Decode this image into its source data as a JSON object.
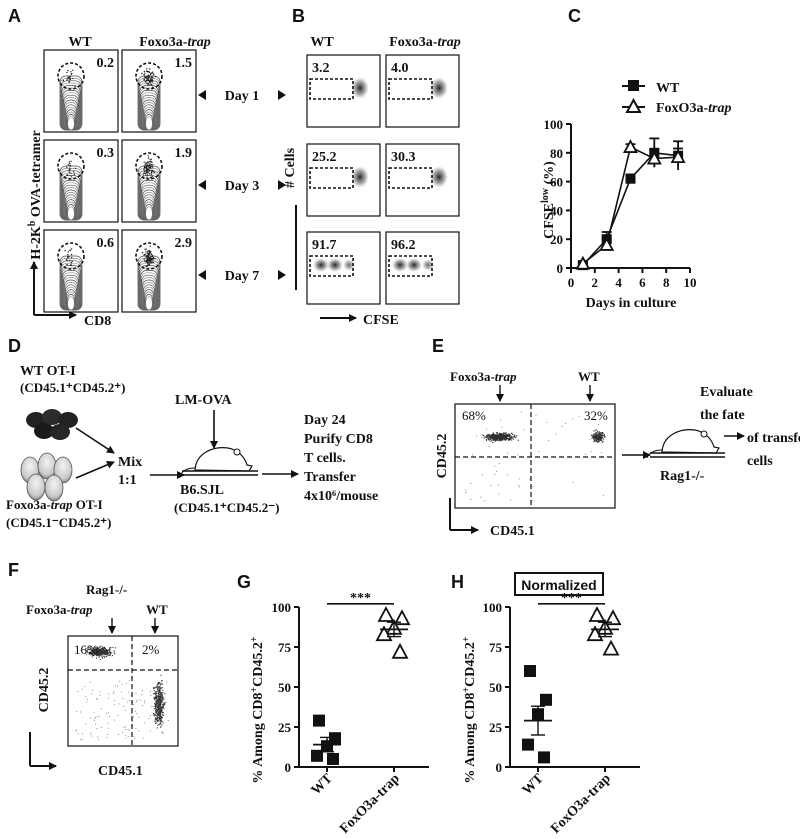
{
  "panel_letters": {
    "A": "A",
    "B": "B",
    "C": "C",
    "D": "D",
    "E": "E",
    "F": "F",
    "G": "G",
    "H": "H"
  },
  "panel_a": {
    "col_wt": "WT",
    "col_foxo_main": "Foxo3a-",
    "col_foxo_italic": "trap",
    "ylabel_main": "H-2K",
    "ylabel_sup": "b",
    "ylabel_rest": " OVA-tetramer",
    "xlabel": "CD8",
    "wt_values": [
      "0.2",
      "0.3",
      "0.6"
    ],
    "foxo_values": [
      "1.5",
      "1.9",
      "2.9"
    ]
  },
  "days": [
    "Day 1",
    "Day 3",
    "Day 7"
  ],
  "panel_b": {
    "col_wt": "WT",
    "col_foxo_main": "Foxo3a-",
    "col_foxo_italic": "trap",
    "ylabel": "# Cells",
    "xlabel": "CFSE",
    "wt_values": [
      "3.2",
      "25.2",
      "91.7"
    ],
    "foxo_values": [
      "4.0",
      "30.3",
      "96.2"
    ]
  },
  "panel_d": {
    "wt_line1": "WT OT-I",
    "wt_line2": "(CD45.1⁺CD45.2⁺)",
    "foxo_main": "Foxo3a-",
    "foxo_italic": "trap",
    "foxo_rest": " OT-I",
    "foxo_line2": "(CD45.1⁻CD45.2⁺)",
    "mix1": "Mix",
    "mix2": "1:1",
    "lm": "LM-OVA",
    "mouse1": "B6.SJL",
    "mouse2": "(CD45.1⁺CD45.2⁻)",
    "step": [
      "Day 24",
      "Purify CD8",
      "T cells.",
      "Transfer",
      "4x10⁶/mouse"
    ]
  },
  "panel_e": {
    "foxo_main": "Foxo3a-",
    "foxo_italic": "trap",
    "wt": "WT",
    "pct_left": "68%",
    "pct_right": "32%",
    "ylabel": "CD45.2",
    "xlabel": "CD45.1",
    "rag": "Rag1-/-",
    "evaluate": [
      "Evaluate",
      "the fate",
      "of transferred",
      "cells"
    ]
  },
  "panel_f": {
    "rag": "Rag1-/-",
    "foxo_main": "Foxo3a-",
    "foxo_italic": "trap",
    "wt": "WT",
    "pct_left": "16%",
    "pct_right": "2%",
    "ylabel": "CD45.2",
    "xlabel": "CD45.1"
  },
  "panel_h": {
    "box_label": "Normalized"
  },
  "chart_data": [
    {
      "panel": "C",
      "type": "line",
      "xlabel": "Days in culture",
      "ylabel_main": "CFSE",
      "ylabel_sup": "low",
      "ylabel_rest": " (%)",
      "xlim": [
        0,
        10
      ],
      "ylim": [
        0,
        100
      ],
      "xticks": [
        "0",
        "2",
        "4",
        "6",
        "8",
        "10"
      ],
      "yticks": [
        "0",
        "20",
        "40",
        "60",
        "80",
        "100"
      ],
      "legend_position": "top-right",
      "series": [
        {
          "name": "WT",
          "marker": "square",
          "x": [
            1,
            3,
            5,
            7,
            9
          ],
          "y": [
            2,
            20,
            62,
            80,
            78
          ],
          "err": [
            1,
            5,
            3,
            10,
            10
          ]
        },
        {
          "name_main": "FoxO3a-",
          "name_italic": "trap",
          "marker": "triangle",
          "x": [
            1,
            3,
            5,
            7,
            9
          ],
          "y": [
            3,
            16,
            84,
            76,
            77
          ],
          "err": [
            1,
            4,
            2,
            6,
            6
          ]
        }
      ]
    },
    {
      "panel": "G",
      "type": "scatter",
      "ylabel_main": "% Among CD8",
      "ylabel_sup": "+",
      "ylabel_mid": "CD45.2",
      "ylabel_sup2": "+",
      "categories": [
        "WT",
        "FoxO3a-trap"
      ],
      "ylim": [
        0,
        100
      ],
      "yticks": [
        "0",
        "25",
        "50",
        "75",
        "100"
      ],
      "significance": "***",
      "groups": [
        {
          "category": "WT",
          "marker": "square",
          "values": [
            29,
            18,
            13,
            7,
            5
          ],
          "mean": 14,
          "sem": 4.5
        },
        {
          "category": "FoxO3a-trap",
          "marker": "triangle",
          "values": [
            95,
            93,
            87,
            83,
            72
          ],
          "mean": 86,
          "sem": 4.5
        }
      ]
    },
    {
      "panel": "H",
      "type": "scatter",
      "ylabel_main": "% Among CD8",
      "ylabel_sup": "+",
      "ylabel_mid": "CD45.2",
      "ylabel_sup2": "+",
      "categories": [
        "WT",
        "FoxO3a-trap"
      ],
      "ylim": [
        0,
        100
      ],
      "yticks": [
        "0",
        "25",
        "50",
        "75",
        "100"
      ],
      "significance": "***",
      "groups": [
        {
          "category": "WT",
          "marker": "square",
          "values": [
            60,
            42,
            33,
            14,
            6
          ],
          "mean": 29,
          "sem": 9
        },
        {
          "category": "FoxO3a-trap",
          "marker": "triangle",
          "values": [
            95,
            93,
            87,
            83,
            74
          ],
          "mean": 86,
          "sem": 4.5
        }
      ]
    }
  ]
}
